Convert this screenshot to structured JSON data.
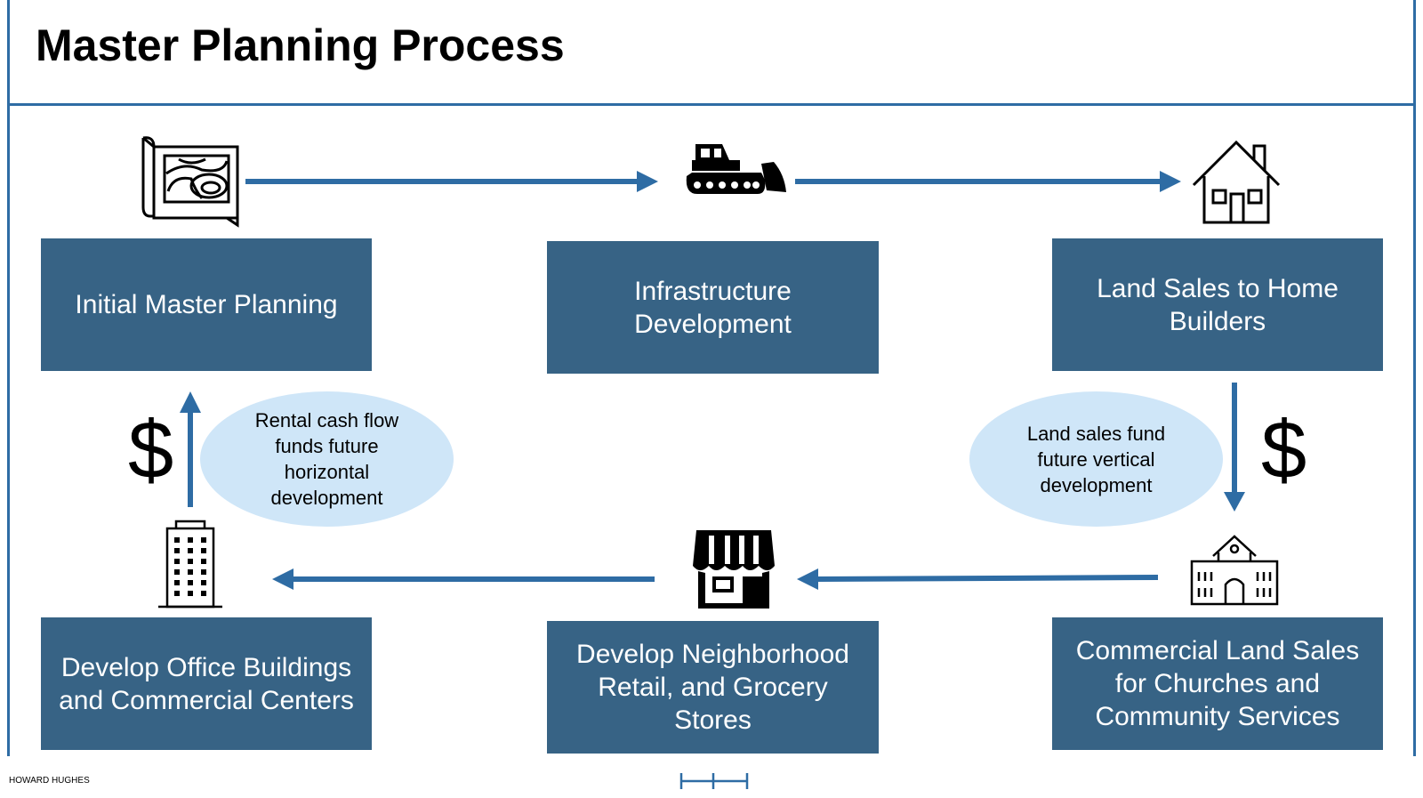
{
  "title": "Master Planning Process",
  "boxes": {
    "initial_master_planning": "Initial Master Planning",
    "infrastructure_development": "Infrastructure Development",
    "land_sales_home_builders": "Land Sales to Home Builders",
    "commercial_land_sales": "Commercial Land Sales for Churches and Community Services",
    "neighborhood_retail": "Develop Neighborhood Retail, and Grocery Stores",
    "office_buildings": "Develop Office Buildings and Commercial Centers"
  },
  "notes": {
    "rental_cash_flow": "Rental cash flow funds future horizontal development",
    "land_sales_fund": "Land sales fund future vertical development"
  },
  "dollar_symbol": "$",
  "footer": {
    "company": "HOWARD HUGHES"
  },
  "icons": {
    "map": "map-blueprint-icon",
    "bulldozer": "bulldozer-icon",
    "house": "house-icon",
    "civic_building": "civic-building-icon",
    "storefront": "storefront-icon",
    "office_tower": "office-building-icon",
    "logo": "howard-hughes-logo-icon"
  },
  "colors": {
    "box_fill": "#376385",
    "arrow": "#2e6ca4",
    "ellipse_fill": "#cfe6f8"
  }
}
